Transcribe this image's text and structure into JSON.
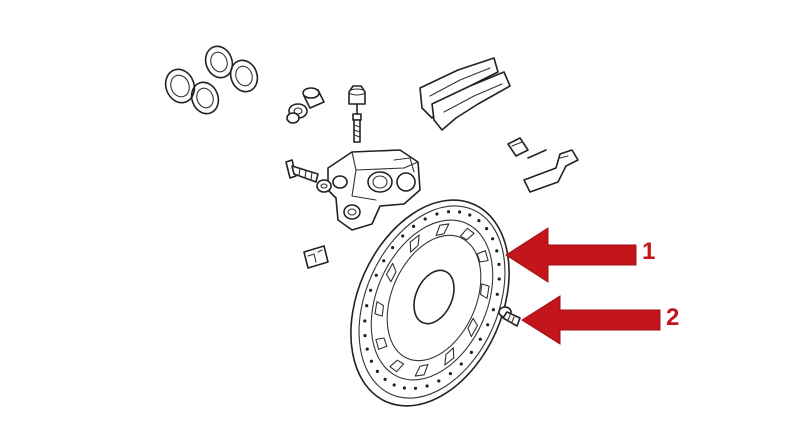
{
  "callouts": [
    {
      "label": "1",
      "part": "brake-disc"
    },
    {
      "label": "2",
      "part": "disc-bolt"
    }
  ],
  "colors": {
    "arrow": "#c3161c",
    "label": "#c3161c",
    "line": "#222222",
    "background": "#ffffff"
  }
}
